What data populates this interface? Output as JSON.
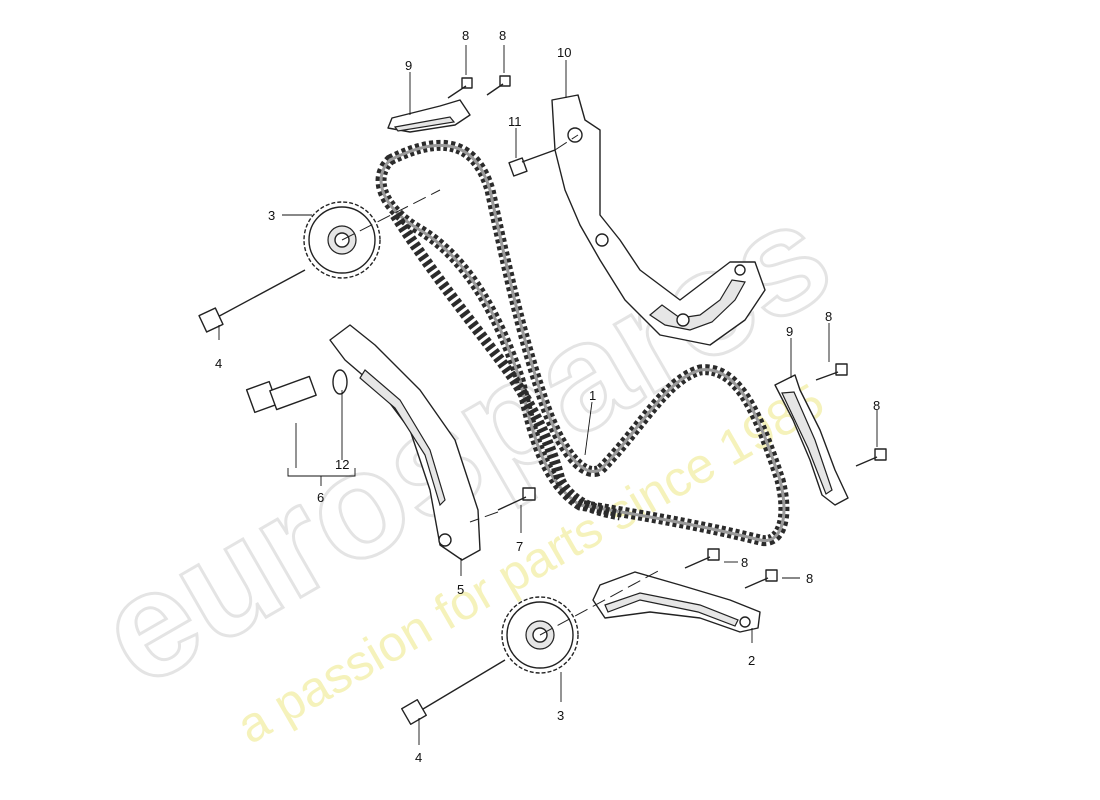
{
  "diagram": {
    "watermark": {
      "brand": "eurospares",
      "tagline": "a passion for parts since 1985"
    },
    "callouts": {
      "c1": "1",
      "c2": "2",
      "c3_top": "3",
      "c3_bottom": "3",
      "c4_top": "4",
      "c4_bottom": "4",
      "c5": "5",
      "c6": "6",
      "c7": "7",
      "c8_a": "8",
      "c8_b": "8",
      "c8_c": "8",
      "c8_d": "8",
      "c8_e": "8",
      "c8_f": "8",
      "c9_top": "9",
      "c9_right": "9",
      "c10": "10",
      "c11": "11",
      "c12": "12"
    }
  }
}
